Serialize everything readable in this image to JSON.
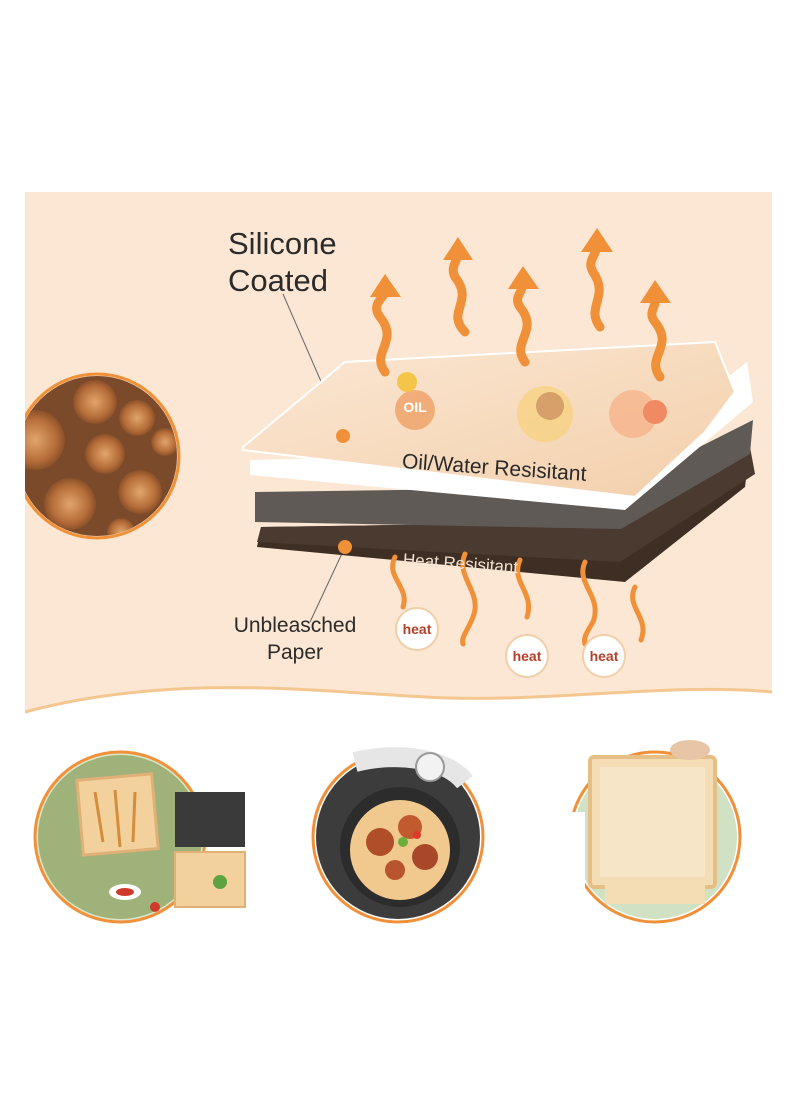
{
  "labels": {
    "silicone_line1": "Silicone",
    "silicone_line2": "Coated",
    "unbleached_line1": "Unbleasched",
    "unbleached_line2": "Paper",
    "oil_water": "Oil/Water Resisitant",
    "heat_resistant": "Heat Resisitant",
    "oil_badge": "OIL",
    "heat_badges": [
      "heat",
      "heat",
      "heat"
    ]
  },
  "colors": {
    "panel_bg": "#fbe7d3",
    "wave_bg": "#ffffff",
    "accent_orange": "#f0913a",
    "arrow_light": "#f5c68e",
    "paper_layer": "#f8dcc0",
    "dark_layer_top": "#5f5a56",
    "dark_layer_bottom": "#3f2e24"
  },
  "icons": [
    "wood-logs-photo",
    "paper-liner-photo",
    "air-fryer-photo",
    "hand-liner-photo",
    "steam-arrow-icon",
    "heat-wave-icon"
  ]
}
